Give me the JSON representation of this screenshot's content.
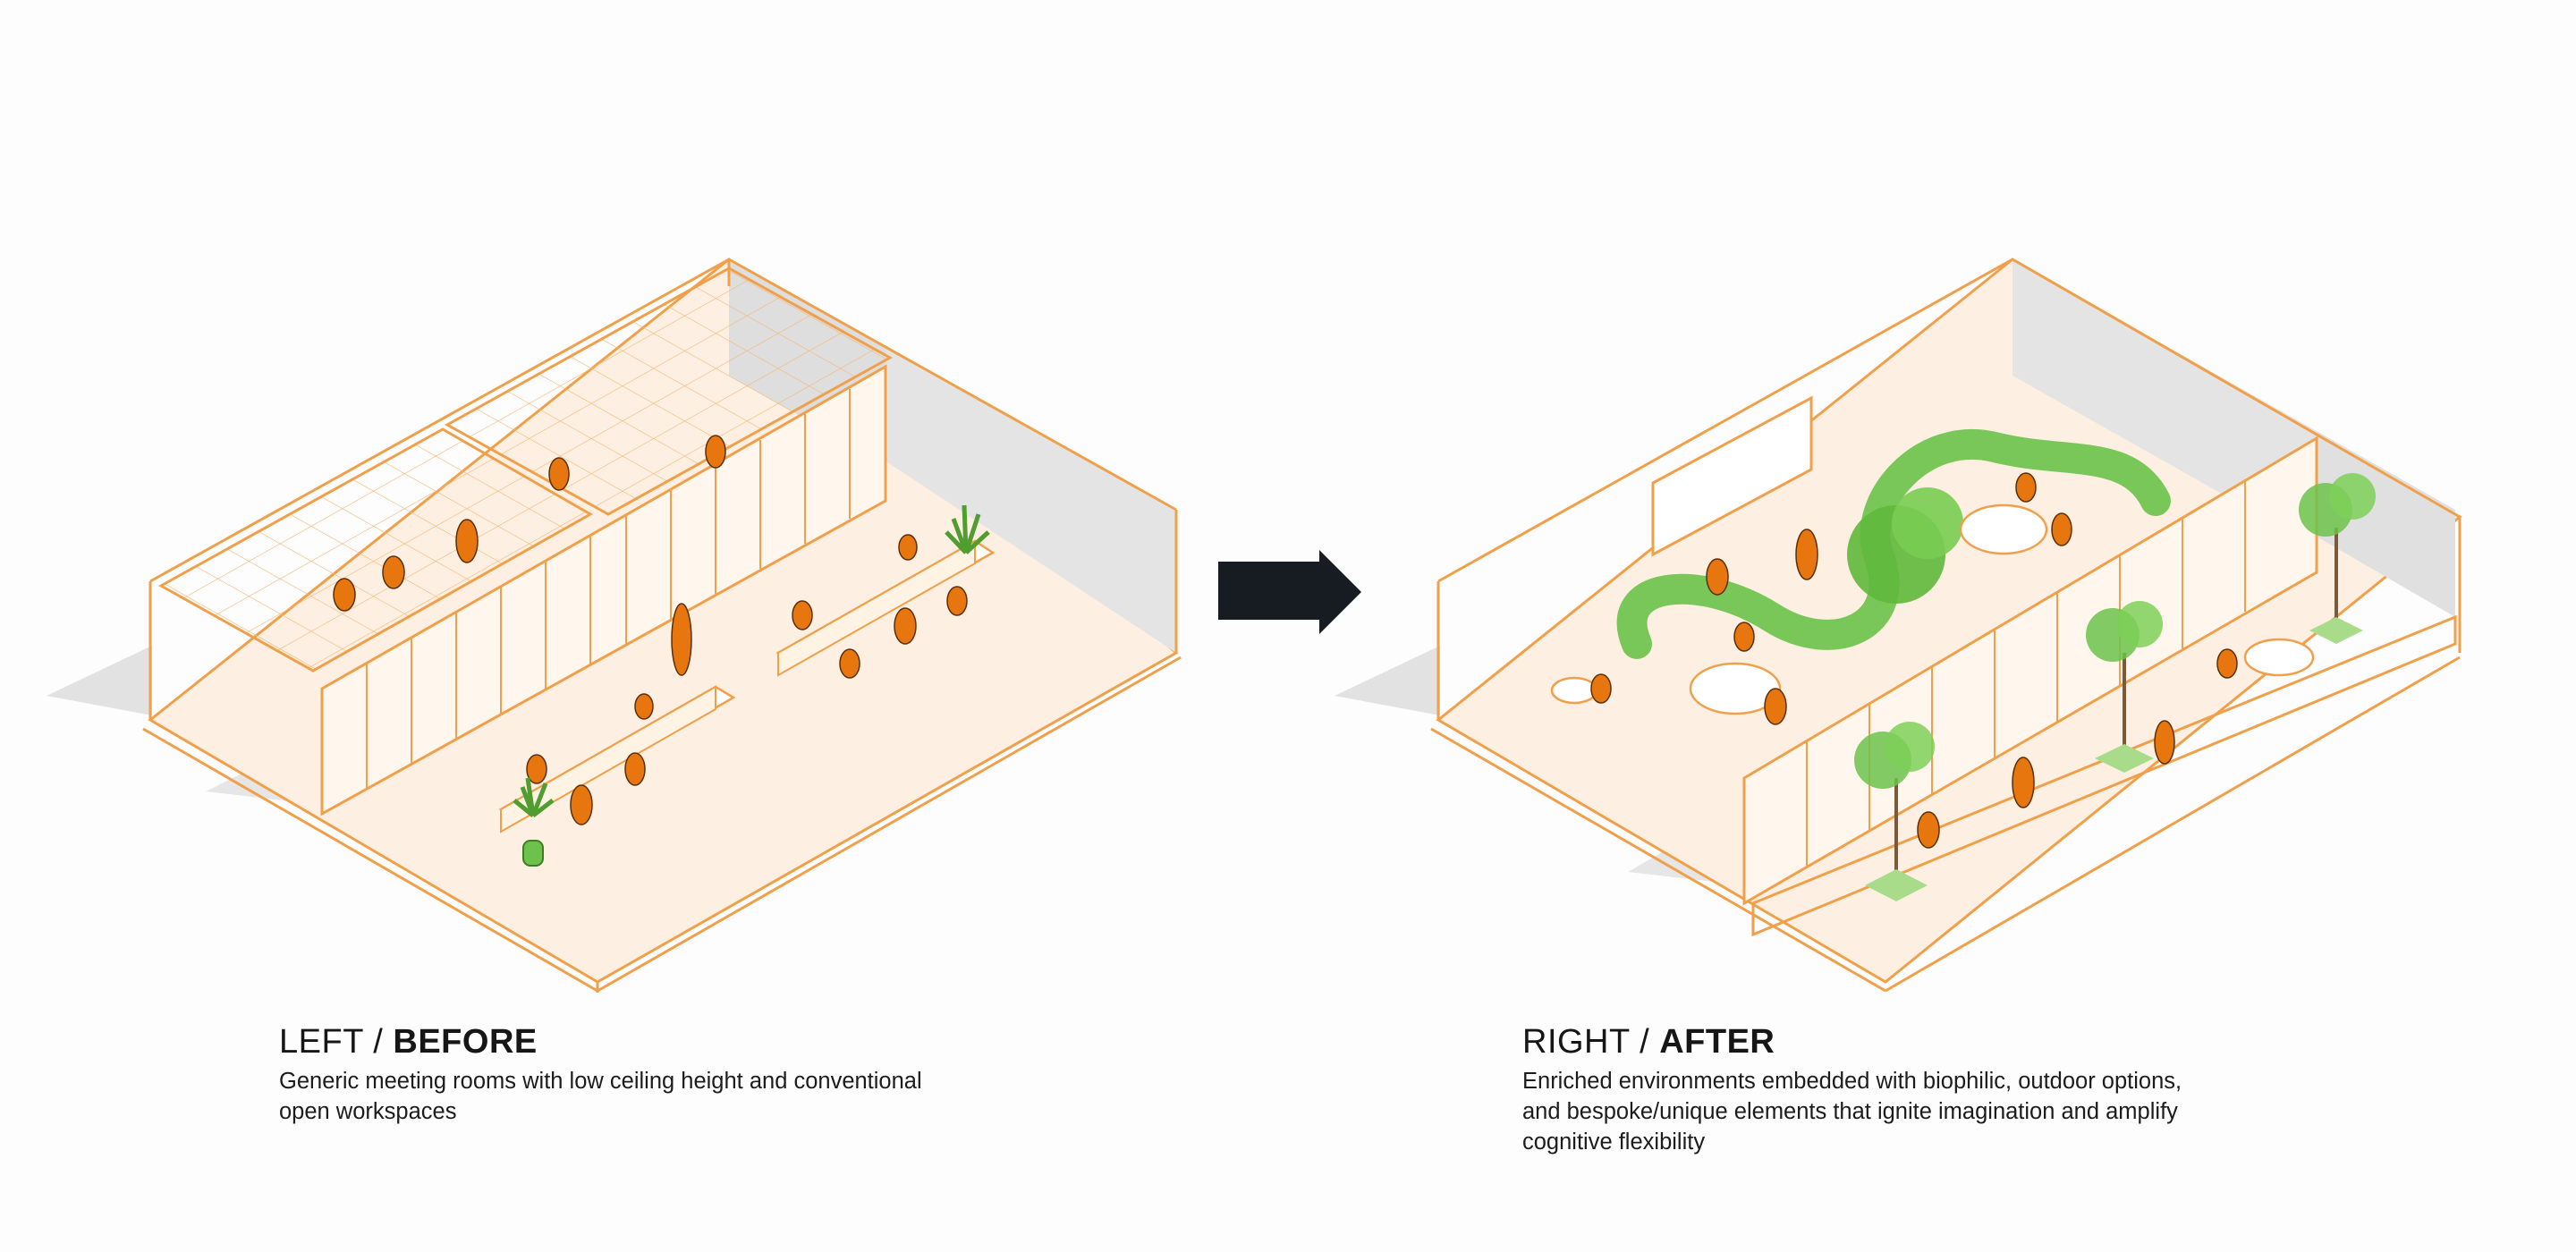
{
  "panels": {
    "left": {
      "label_prefix": "LEFT / ",
      "label_emphasis": "BEFORE",
      "description_lines": [
        "Generic meeting rooms with low ceiling height and conventional",
        "open workspaces"
      ]
    },
    "right": {
      "label_prefix": "RIGHT / ",
      "label_emphasis": "AFTER",
      "description_lines": [
        "Enriched environments embedded with biophilic, outdoor options,",
        "and bespoke/unique elements that ignite imagination and amplify",
        "cognitive flexibility"
      ]
    }
  },
  "arrow_icon": "arrow-right-icon",
  "colors": {
    "outline_orange": "#f0a04b",
    "figure_orange": "#e8760f",
    "floor_tint": "#fdf0e2",
    "wall_shadow": "#e4e4e4",
    "plant_green": "#6cc24a",
    "arrow_dark": "#171b22",
    "text": "#161616"
  }
}
